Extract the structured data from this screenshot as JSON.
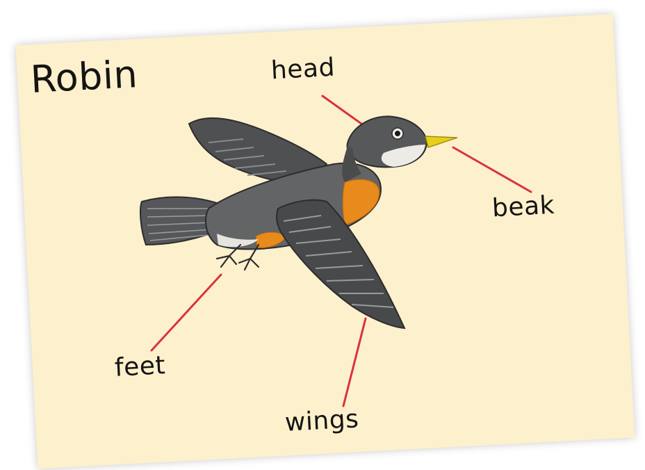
{
  "diagram": {
    "title": "Robin",
    "labels": {
      "head": "head",
      "beak": "beak",
      "feet": "feet",
      "wings": "wings"
    }
  },
  "colors": {
    "card_background": "#fdf0cc",
    "pointer_line": "#d9323b",
    "bird_gray": "#5c5d5f",
    "bird_dark": "#2e2f31",
    "breast_orange": "#e88a1c",
    "beak_yellow": "#e8cf1a",
    "throat_white": "#ecebe6"
  }
}
